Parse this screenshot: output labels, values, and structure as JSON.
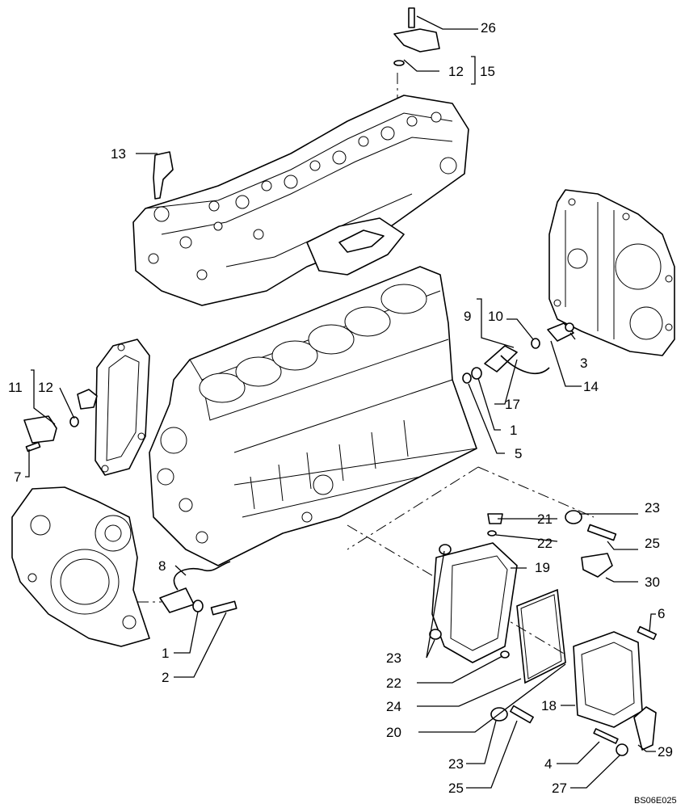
{
  "diagram": {
    "callouts": [
      {
        "id": "c26a",
        "text": "26"
      },
      {
        "id": "c12a",
        "text": "12"
      },
      {
        "id": "c15",
        "text": "15"
      },
      {
        "id": "c13",
        "text": "13"
      },
      {
        "id": "c9",
        "text": "9"
      },
      {
        "id": "c10",
        "text": "10"
      },
      {
        "id": "c3",
        "text": "3"
      },
      {
        "id": "c14",
        "text": "14"
      },
      {
        "id": "c17",
        "text": "17"
      },
      {
        "id": "c1a",
        "text": "1"
      },
      {
        "id": "c5",
        "text": "5"
      },
      {
        "id": "c11",
        "text": "11"
      },
      {
        "id": "c12b",
        "text": "12"
      },
      {
        "id": "c7",
        "text": "7"
      },
      {
        "id": "c8",
        "text": "8"
      },
      {
        "id": "c1b",
        "text": "1"
      },
      {
        "id": "c2",
        "text": "2"
      },
      {
        "id": "c21",
        "text": "21"
      },
      {
        "id": "c22a",
        "text": "22"
      },
      {
        "id": "c23a",
        "text": "23"
      },
      {
        "id": "c25a",
        "text": "25"
      },
      {
        "id": "c19",
        "text": "19"
      },
      {
        "id": "c30",
        "text": "30"
      },
      {
        "id": "c23b",
        "text": "23"
      },
      {
        "id": "c22b",
        "text": "22"
      },
      {
        "id": "c24",
        "text": "24"
      },
      {
        "id": "c20",
        "text": "20"
      },
      {
        "id": "c6",
        "text": "6"
      },
      {
        "id": "c18",
        "text": "18"
      },
      {
        "id": "c29",
        "text": "29"
      },
      {
        "id": "c23c",
        "text": "23"
      },
      {
        "id": "c25b",
        "text": "25"
      },
      {
        "id": "c4",
        "text": "4"
      },
      {
        "id": "c27",
        "text": "27"
      }
    ],
    "drawing_code": "BS06E025"
  }
}
